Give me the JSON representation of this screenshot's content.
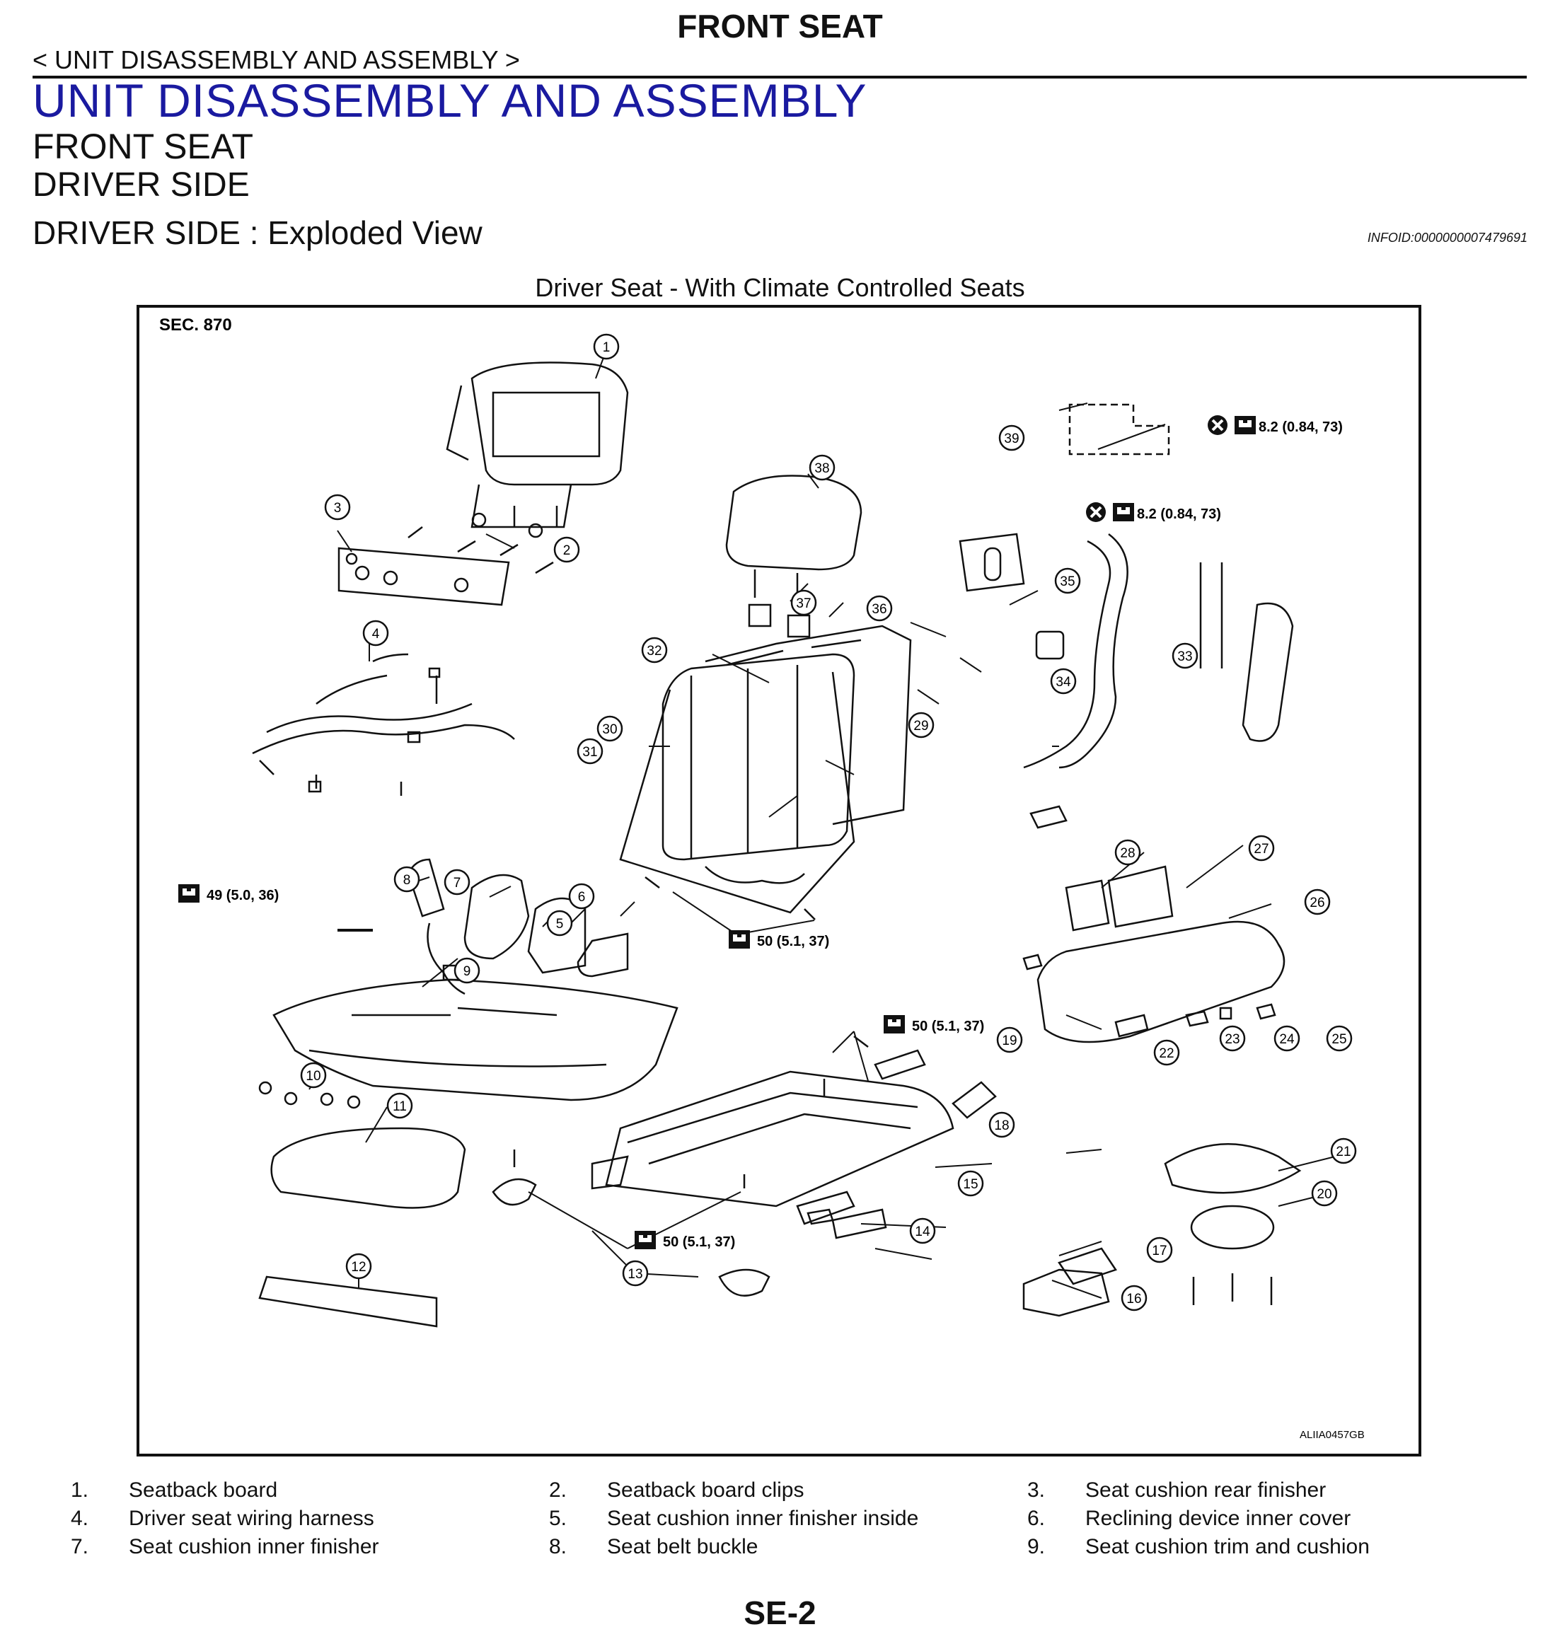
{
  "header": {
    "running_title": "FRONT SEAT",
    "breadcrumb": "< UNIT DISASSEMBLY AND ASSEMBLY >",
    "section_title": "UNIT DISASSEMBLY AND ASSEMBLY",
    "subtitle_1": "FRONT SEAT",
    "subtitle_2": "DRIVER SIDE",
    "subtitle_3": "DRIVER SIDE : Exploded View",
    "info_id": "INFOID:0000000007479691"
  },
  "figure": {
    "caption": "Driver Seat - With Climate Controlled Seats",
    "section_ref": "SEC. 870",
    "figure_code": "ALIIA0457GB",
    "torque_labels": {
      "t39": "8.2 (0.84, 73)",
      "t33": "8.2 (0.84, 73)",
      "t8": "49 (5.0, 36)",
      "t_recline": "50 (5.1, 37)",
      "t19": "50 (5.1, 37)",
      "t_frame": "50 (5.1, 37)"
    },
    "callouts": [
      "1",
      "2",
      "3",
      "4",
      "5",
      "6",
      "7",
      "8",
      "9",
      "10",
      "11",
      "12",
      "13",
      "14",
      "15",
      "16",
      "17",
      "18",
      "19",
      "20",
      "21",
      "22",
      "23",
      "24",
      "25",
      "26",
      "27",
      "28",
      "29",
      "30",
      "31",
      "32",
      "33",
      "34",
      "35",
      "36",
      "37",
      "38",
      "39"
    ]
  },
  "legend": [
    {
      "num": "1.",
      "text": "Seatback board"
    },
    {
      "num": "2.",
      "text": "Seatback board clips"
    },
    {
      "num": "3.",
      "text": "Seat cushion rear finisher"
    },
    {
      "num": "4.",
      "text": "Driver seat wiring harness"
    },
    {
      "num": "5.",
      "text": "Seat cushion inner finisher inside"
    },
    {
      "num": "6.",
      "text": "Reclining device inner cover"
    },
    {
      "num": "7.",
      "text": "Seat cushion inner finisher"
    },
    {
      "num": "8.",
      "text": "Seat belt buckle"
    },
    {
      "num": "9.",
      "text": "Seat cushion trim and cushion"
    }
  ],
  "footer": {
    "page_number": "SE-2"
  }
}
